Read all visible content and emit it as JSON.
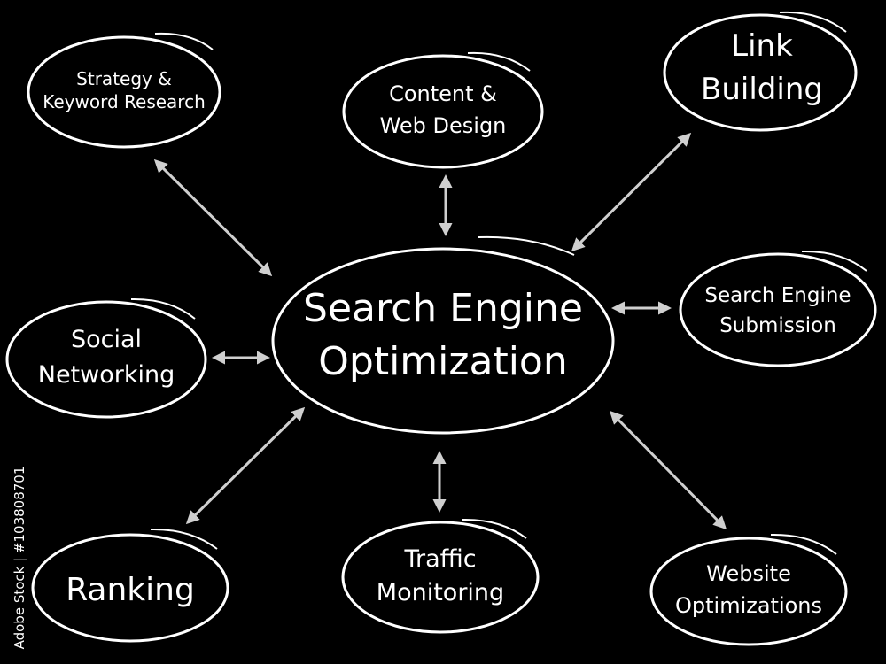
{
  "colors": {
    "background": "#000000",
    "stroke": "#ffffff",
    "arrow": "#cfcfcf",
    "text": "#ffffff"
  },
  "diagram": {
    "center": {
      "line1": "Search Engine",
      "line2": "Optimization"
    },
    "nodes": [
      {
        "id": "strategy",
        "line1": "Strategy &",
        "line2": "Keyword Research"
      },
      {
        "id": "content",
        "line1": "Content &",
        "line2": "Web Design"
      },
      {
        "id": "link",
        "line1": "Link",
        "line2": "Building"
      },
      {
        "id": "submission",
        "line1": "Search Engine",
        "line2": "Submission"
      },
      {
        "id": "social",
        "line1": "Social",
        "line2": "Networking"
      },
      {
        "id": "ranking",
        "line1": "Ranking"
      },
      {
        "id": "traffic",
        "line1": "Traffic",
        "line2": "Monitoring"
      },
      {
        "id": "website",
        "line1": "Website",
        "line2": "Optimizations"
      }
    ]
  },
  "stock": {
    "id_text": "Adobe Stock | #103808701"
  }
}
